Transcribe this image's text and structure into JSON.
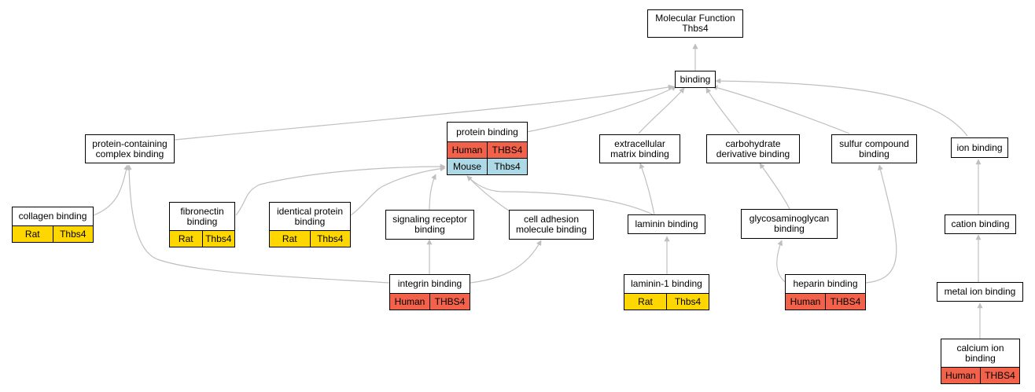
{
  "colors": {
    "human": "#f26149",
    "rat": "#ffd700",
    "mouse": "#add8e6",
    "edge": "#bfbfbf"
  },
  "nodes": {
    "mf": {
      "title": "Molecular Function\nThbs4"
    },
    "bind": {
      "title": "binding"
    },
    "pcc": {
      "title": "protein-containing\ncomplex binding"
    },
    "pb": {
      "title": "protein binding",
      "rows": [
        {
          "species": "Human",
          "gene": "THBS4"
        },
        {
          "species": "Mouse",
          "gene": "Thbs4"
        }
      ]
    },
    "ecm": {
      "title": "extracellular\nmatrix binding"
    },
    "carb": {
      "title": "carbohydrate\nderivative binding"
    },
    "sulfur": {
      "title": "sulfur compound\nbinding"
    },
    "ion": {
      "title": "ion binding"
    },
    "coll": {
      "title": "collagen binding",
      "rows": [
        {
          "species": "Rat",
          "gene": "Thbs4"
        }
      ]
    },
    "fib": {
      "title": "fibronectin\nbinding",
      "rows": [
        {
          "species": "Rat",
          "gene": "Thbs4"
        }
      ]
    },
    "ident": {
      "title": "identical protein\nbinding",
      "rows": [
        {
          "species": "Rat",
          "gene": "Thbs4"
        }
      ]
    },
    "sig": {
      "title": "signaling receptor\nbinding"
    },
    "cam": {
      "title": "cell adhesion\nmolecule binding"
    },
    "lam": {
      "title": "laminin binding"
    },
    "gag": {
      "title": "glycosaminoglycan\nbinding"
    },
    "cation": {
      "title": "cation binding"
    },
    "integ": {
      "title": "integrin binding",
      "rows": [
        {
          "species": "Human",
          "gene": "THBS4"
        }
      ]
    },
    "lam1": {
      "title": "laminin-1 binding",
      "rows": [
        {
          "species": "Rat",
          "gene": "Thbs4"
        }
      ]
    },
    "hep": {
      "title": "heparin binding",
      "rows": [
        {
          "species": "Human",
          "gene": "THBS4"
        }
      ]
    },
    "metal": {
      "title": "metal ion binding"
    },
    "calc": {
      "title": "calcium ion\nbinding",
      "rows": [
        {
          "species": "Human",
          "gene": "THBS4"
        }
      ]
    }
  }
}
